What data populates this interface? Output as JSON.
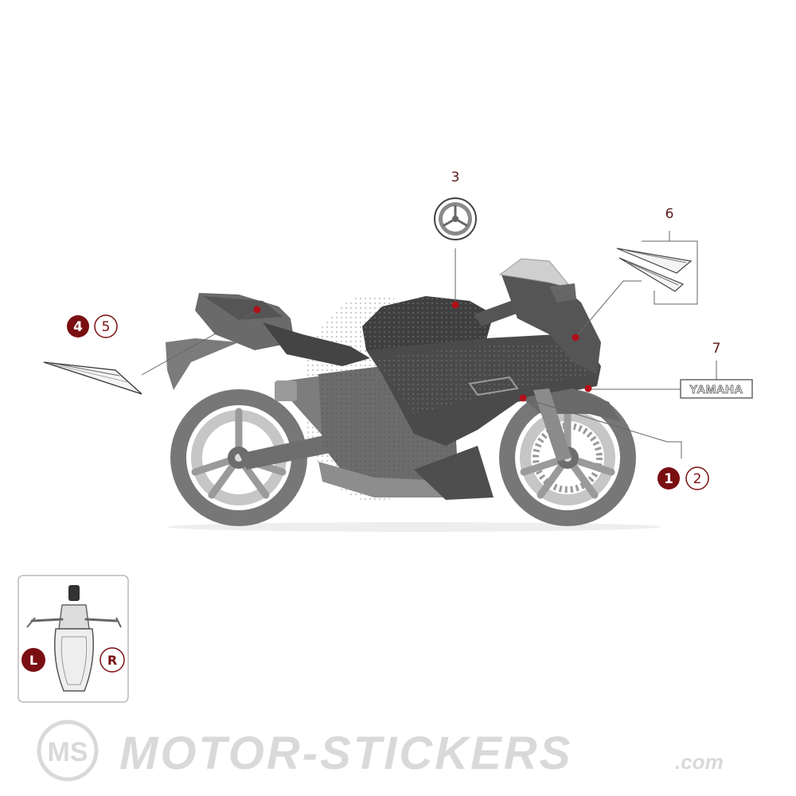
{
  "callouts": {
    "c1": "1",
    "c2": "2",
    "c3": "3",
    "c4": "4",
    "c5": "5",
    "c6": "6",
    "c7": "7"
  },
  "parts": {
    "yamaha_decal_text": "YAMAHA"
  },
  "orientation_inset": {
    "left_label": "L",
    "right_label": "R"
  },
  "watermark": {
    "logo_letters": "MS",
    "text": "MOTOR-STICKERS",
    "suffix": ".com"
  },
  "colors": {
    "accent_red": "#7a0f12",
    "bike_gray": "#8a8a8a",
    "line_gray": "#666666"
  }
}
